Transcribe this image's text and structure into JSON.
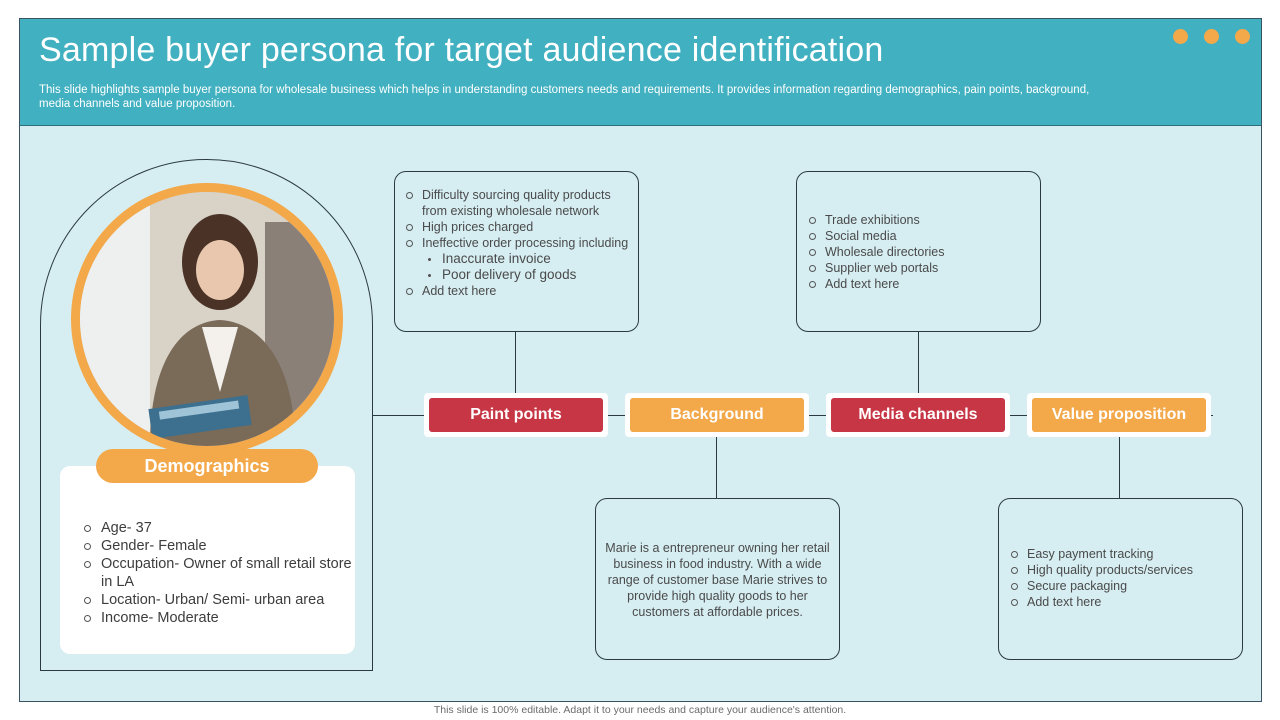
{
  "header": {
    "title": "Sample buyer persona for target audience identification",
    "subtitle": "This slide highlights sample buyer persona for wholesale business which helps in understanding customers needs and requirements. It provides information regarding demographics, pain points, background, media channels and value proposition."
  },
  "demographics": {
    "label": "Demographics",
    "items": [
      "Age- 37",
      "Gender- Female",
      "Occupation- Owner of small retail store in LA",
      "Location- Urban/ Semi- urban area",
      "Income- Moderate"
    ]
  },
  "nodes": {
    "pain_points": "Paint points",
    "background": "Background",
    "media_channels": "Media channels",
    "value_proposition": "Value proposition"
  },
  "pain_points_box": {
    "items": [
      "Difficulty sourcing quality products from existing wholesale network",
      "High prices charged",
      "Ineffective order processing including"
    ],
    "sub_items": [
      "Inaccurate invoice",
      "Poor delivery of goods"
    ],
    "last_item": "Add text here"
  },
  "media_box": {
    "items": [
      "Trade exhibitions",
      "Social media",
      "Wholesale directories",
      "Supplier web portals",
      "Add text here"
    ]
  },
  "background_box": {
    "text": "Marie is a entrepreneur owning her retail business in food industry. With a wide range of customer base Marie strives to provide high quality goods to her customers at affordable prices."
  },
  "value_box": {
    "items": [
      "Easy payment tracking",
      "High quality products/services",
      "Secure packaging",
      "Add text here"
    ]
  },
  "colors": {
    "header": "#41b0c0",
    "panel": "#d6eef2",
    "accent_orange": "#f3a84a",
    "accent_red": "#c73644"
  },
  "footer": "This slide is 100% editable. Adapt it to your needs and capture your audience's attention."
}
